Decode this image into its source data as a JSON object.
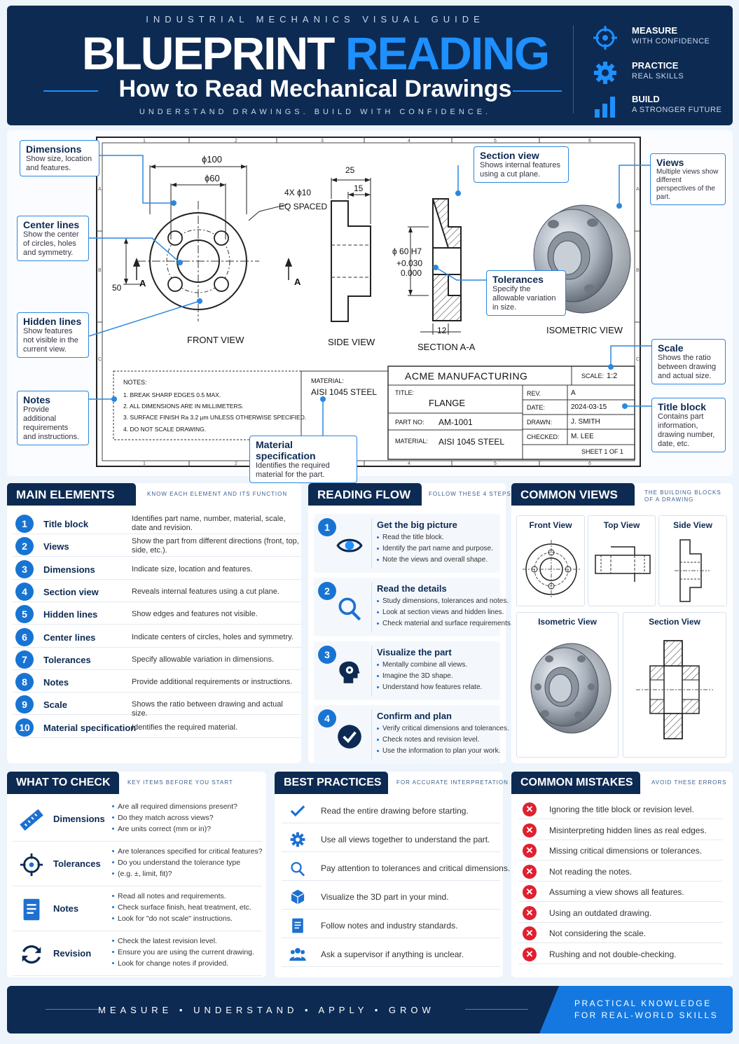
{
  "header": {
    "kicker": "INDUSTRIAL MECHANICS VISUAL GUIDE",
    "title_part1": "BLUEPRINT",
    "title_part2": "READING",
    "subtitle": "How to Read Mechanical Drawings",
    "tagline": "UNDERSTAND DRAWINGS. BUILD WITH CONFIDENCE.",
    "highlights": [
      {
        "icon": "crosshair-icon",
        "title": "MEASURE",
        "sub": "WITH CONFIDENCE"
      },
      {
        "icon": "gear-icon",
        "title": "PRACTICE",
        "sub": "REAL SKILLS"
      },
      {
        "icon": "bar-chart-icon",
        "title": "BUILD",
        "sub": "A STRONGER FUTURE"
      }
    ]
  },
  "callouts": {
    "dimensions": {
      "title": "Dimensions",
      "desc": "Show size, location and features."
    },
    "center_lines": {
      "title": "Center lines",
      "desc": "Show the center of circles, holes and symmetry."
    },
    "hidden_lines": {
      "title": "Hidden lines",
      "desc": "Show features not visible in the current view."
    },
    "notes": {
      "title": "Notes",
      "desc": "Provide additional requirements and instructions."
    },
    "section_view": {
      "title": "Section view",
      "desc": "Shows internal features using a cut plane."
    },
    "views": {
      "title": "Views",
      "desc": "Multiple views show different perspectives of the part."
    },
    "tolerances": {
      "title": "Tolerances",
      "desc": "Specify the allowable variation in size."
    },
    "scale": {
      "title": "Scale",
      "desc": "Shows the ratio between drawing and actual size."
    },
    "title_block": {
      "title": "Title block",
      "desc": "Contains part information, drawing number, date, etc."
    },
    "material_spec": {
      "title": "Material specification",
      "desc": "Identifies the required material for the part."
    }
  },
  "drawing": {
    "dim_100": "ϕ100",
    "dim_60": "ϕ60",
    "holes_1": "4X ϕ10",
    "holes_2": "EQ SPACED",
    "dim_50": "50",
    "dim_25": "25",
    "dim_15": "15",
    "dim_12": "12",
    "bore": "ϕ 60 H7",
    "tol_plus": "+0.030",
    "tol_zero": "0.000",
    "section_mark": "A",
    "front_view": "FRONT VIEW",
    "side_view": "SIDE VIEW",
    "section_label": "SECTION A-A",
    "iso_label": "ISOMETRIC VIEW",
    "notes_title": "NOTES:",
    "notes": [
      "1.  BREAK SHARP EDGES 0.5 MAX.",
      "2.  ALL DIMENSIONS ARE IN MILLIMETERS.",
      "3.  SURFACE FINISH Ra 3.2 μm UNLESS OTHERWISE SPECIFIED.",
      "4.  DO NOT SCALE DRAWING."
    ],
    "material_label": "MATERIAL:",
    "material_value": "AISI 1045 STEEL",
    "company": "ACME MANUFACTURING",
    "scale_label": "SCALE:",
    "scale_value": "1:2",
    "title_label": "TITLE:",
    "title_value": "FLANGE",
    "rev_label": "REV.",
    "rev_value": "A",
    "date_label": "DATE:",
    "date_value": "2024-03-15",
    "partno_label": "PART NO:",
    "partno_value": "AM-1001",
    "drawn_label": "DRAWN:",
    "drawn_value": "J. SMITH",
    "tb_material_label": "MATERIAL:",
    "tb_material_value": "AISI 1045 STEEL",
    "checked_label": "CHECKED:",
    "checked_value": "M. LEE",
    "sheet": "SHEET 1 OF 1",
    "border_cols": [
      "1",
      "2",
      "3",
      "4",
      "5",
      "6"
    ],
    "border_rows": [
      "A",
      "B",
      "C"
    ]
  },
  "main_elements": {
    "title": "MAIN ELEMENTS",
    "sub": "KNOW EACH ELEMENT AND ITS FUNCTION",
    "items": [
      {
        "n": "1",
        "label": "Title block",
        "desc": "Identifies part name, number, material, scale, date and revision."
      },
      {
        "n": "2",
        "label": "Views",
        "desc": "Show the part from different directions (front, top, side, etc.)."
      },
      {
        "n": "3",
        "label": "Dimensions",
        "desc": "Indicate size, location and features."
      },
      {
        "n": "4",
        "label": "Section view",
        "desc": "Reveals internal features using a cut plane."
      },
      {
        "n": "5",
        "label": "Hidden lines",
        "desc": "Show edges and features not visible."
      },
      {
        "n": "6",
        "label": "Center lines",
        "desc": "Indicate centers of circles, holes and symmetry."
      },
      {
        "n": "7",
        "label": "Tolerances",
        "desc": "Specify allowable variation in dimensions."
      },
      {
        "n": "8",
        "label": "Notes",
        "desc": "Provide additional requirements or instructions."
      },
      {
        "n": "9",
        "label": "Scale",
        "desc": "Shows the ratio between drawing and actual size."
      },
      {
        "n": "10",
        "label": "Material specification",
        "desc": "Identifies the required material."
      }
    ]
  },
  "reading_flow": {
    "title": "READING FLOW",
    "sub": "FOLLOW THESE 4 STEPS",
    "steps": [
      {
        "n": "1",
        "icon": "eye-icon",
        "title": "Get the big picture",
        "bullets": [
          "Read the title block.",
          "Identify the part name and purpose.",
          "Note the views and overall shape."
        ]
      },
      {
        "n": "2",
        "icon": "magnifier-icon",
        "title": "Read the details",
        "bullets": [
          "Study dimensions, tolerances and notes.",
          "Look at section views and hidden lines.",
          "Check material and surface requirements."
        ]
      },
      {
        "n": "3",
        "icon": "head-gear-icon",
        "title": "Visualize the part",
        "bullets": [
          "Mentally combine all views.",
          "Imagine the 3D shape.",
          "Understand how features relate."
        ]
      },
      {
        "n": "4",
        "icon": "check-circle-icon",
        "title": "Confirm and plan",
        "bullets": [
          "Verify critical dimensions and tolerances.",
          "Check notes and revision level.",
          "Use the information to plan your work."
        ]
      }
    ]
  },
  "common_views": {
    "title": "COMMON VIEWS",
    "sub1": "THE BUILDING BLOCKS",
    "sub2": "OF A DRAWING",
    "views": [
      "Front View",
      "Top View",
      "Side View",
      "Isometric View",
      "Section View"
    ]
  },
  "what_to_check": {
    "title": "WHAT TO CHECK",
    "sub": "KEY ITEMS BEFORE YOU START",
    "items": [
      {
        "icon": "ruler-icon",
        "label": "Dimensions",
        "bullets": [
          "Are all required dimensions present?",
          "Do they match across views?",
          "Are units correct (mm or in)?"
        ]
      },
      {
        "icon": "crosshair-icon",
        "label": "Tolerances",
        "bullets": [
          "Are tolerances specified for critical features?",
          "Do you understand the tolerance type",
          "(e.g. ±, limit, fit)?"
        ]
      },
      {
        "icon": "document-icon",
        "label": "Notes",
        "bullets": [
          "Read all notes and requirements.",
          "Check surface finish, heat treatment, etc.",
          "Look for \"do not scale\" instructions."
        ]
      },
      {
        "icon": "refresh-icon",
        "label": "Revision",
        "bullets": [
          "Check the latest revision level.",
          "Ensure you are using the current drawing.",
          "Look for change notes if provided."
        ]
      }
    ]
  },
  "best_practices": {
    "title": "BEST PRACTICES",
    "sub": "FOR ACCURATE INTERPRETATION",
    "items": [
      {
        "icon": "checkmark-icon",
        "text": "Read the entire drawing before starting."
      },
      {
        "icon": "gear-icon",
        "text": "Use all views together to understand the part."
      },
      {
        "icon": "magnifier-icon",
        "text": "Pay attention to tolerances and critical dimensions."
      },
      {
        "icon": "cube-icon",
        "text": "Visualize the 3D part in your mind."
      },
      {
        "icon": "document-icon",
        "text": "Follow notes and industry standards."
      },
      {
        "icon": "people-icon",
        "text": "Ask a supervisor if anything is unclear."
      }
    ]
  },
  "common_mistakes": {
    "title": "COMMON MISTAKES",
    "sub": "AVOID THESE ERRORS",
    "items": [
      "Ignoring the title block or revision level.",
      "Misinterpreting hidden lines as real edges.",
      "Missing critical dimensions or tolerances.",
      "Not reading the notes.",
      "Assuming a view shows all features.",
      "Using an outdated drawing.",
      "Not considering the scale.",
      "Rushing and not double-checking."
    ]
  },
  "footer": {
    "words": "MEASURE   •   UNDERSTAND   •   APPLY   •   GROW",
    "right1": "PRACTICAL KNOWLEDGE",
    "right2": "FOR REAL-WORLD SKILLS"
  },
  "colors": {
    "navy": "#0d2a52",
    "accent": "#1e90ff",
    "error": "#e02030"
  }
}
